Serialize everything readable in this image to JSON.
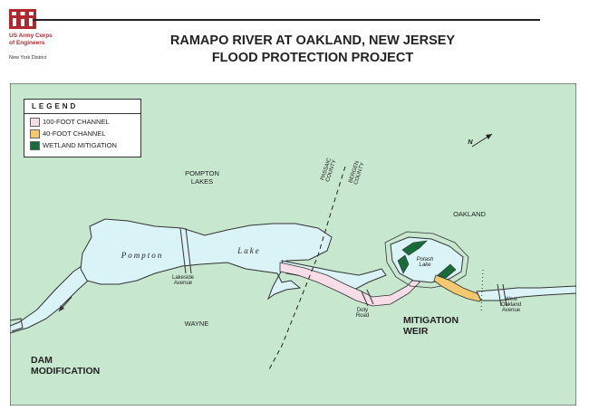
{
  "logo": {
    "line1": "US Army Corps",
    "line2": "of Engineers",
    "district": "New York District",
    "brand_color": "#b0282e"
  },
  "title": {
    "line1": "RAMAPO RIVER AT OAKLAND, NEW JERSEY",
    "line2": "FLOOD PROTECTION PROJECT"
  },
  "legend": {
    "title": "LEGEND",
    "items": [
      {
        "label": "100-FOOT CHANNEL",
        "color": "#f7dde8"
      },
      {
        "label": "40-FOOT CHANNEL",
        "color": "#f3c86e"
      },
      {
        "label": "WETLAND MITIGATION",
        "color": "#1a6b3a"
      }
    ]
  },
  "colors": {
    "land": "#c7e8cf",
    "water": "#d9f3f6",
    "channel_100": "#f7dde8",
    "channel_40": "#f3c86e",
    "wetland": "#1a6b3a"
  },
  "labels": {
    "pompton_lakes": "POMPTON\nLAKES",
    "pompton": "Pompton",
    "lake": "Lake",
    "lakeside": "Lakeside\nAvenue",
    "wayne": "WAYNE",
    "passaic": "PASSAIC\nCOUNTY",
    "bergen": "BERGEN\nCOUNTY",
    "oakland": "OAKLAND",
    "potash": "Potash\nLake",
    "doty": "Doty\nRoad",
    "west_oakland": "West\nOakland\nAvenue",
    "mitigation_weir": "MITIGATION\nWEIR",
    "dam_modification": "DAM\nMODIFICATION",
    "north": "N"
  }
}
